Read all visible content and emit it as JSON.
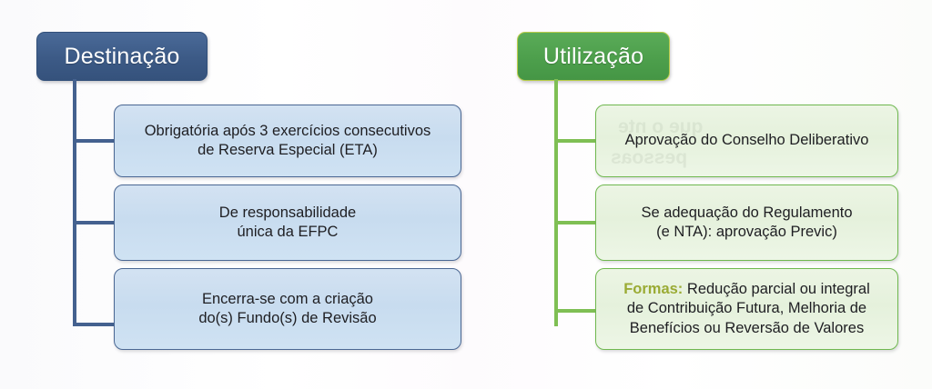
{
  "diagram": {
    "title_hidden": "",
    "branches": [
      {
        "id": "destinacao",
        "header": "Destinação",
        "accent_header_bg": "#3c5a86",
        "accent_line": "#44618f",
        "box_fill": "#cfe2f3",
        "box_border": "#4a6793",
        "items": [
          {
            "lines": [
              "Obrigatória após 3 exercícios consecutivos",
              "de Reserva Especial (ETA)"
            ]
          },
          {
            "lines": [
              "De responsabilidade",
              "única da EFPC"
            ]
          },
          {
            "lines": [
              "Encerra-se com a criação",
              "do(s) Fundo(s) de Revisão"
            ]
          }
        ]
      },
      {
        "id": "utilizacao",
        "header": "Utilização",
        "accent_header_bg": "#4d9f4c",
        "accent_line": "#7fbf54",
        "box_fill": "#e9f3e0",
        "box_border": "#6fb84f",
        "items": [
          {
            "lines": [
              "Aprovação do Conselho Deliberativo"
            ]
          },
          {
            "lines": [
              "Se adequação do Regulamento",
              "(e NTA): aprovação Previc)"
            ]
          },
          {
            "label": "Formas:",
            "label_color": "#9aab34",
            "lines": [
              "Formas: Redução parcial ou integral",
              "de Contribuição Futura, Melhoria de",
              "Benefícios ou Reversão de Valores"
            ],
            "after_label": " Redução parcial ou integral",
            "rest_lines": [
              "de Contribuição Futura, Melhoria de",
              "Benefícios ou Reversão de Valores"
            ]
          }
        ]
      }
    ]
  }
}
